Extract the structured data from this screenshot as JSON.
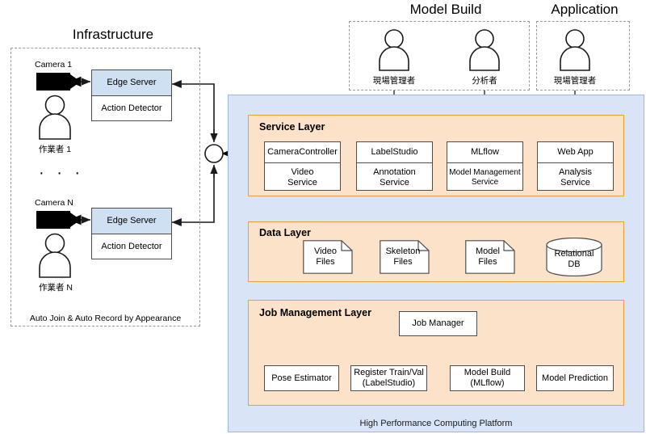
{
  "diagram": {
    "groups": {
      "infrastructure": {
        "title": "Infrastructure",
        "footer": "Auto Join & Auto Record by Appearance",
        "ellipsis": "· · ·",
        "nodes": [
          {
            "camera_label": "Camera 1",
            "worker_label": "作業者 1",
            "server_title": "Edge Server",
            "server_body": "Action Detector"
          },
          {
            "camera_label": "Camera N",
            "worker_label": "作業者 N",
            "server_title": "Edge Server",
            "server_body": "Action Detector"
          }
        ]
      },
      "model_build": {
        "title": "Model Build",
        "actors": [
          {
            "label": "現場管理者"
          },
          {
            "label": "分析者"
          }
        ]
      },
      "application": {
        "title": "Application",
        "actors": [
          {
            "label": "現場管理者"
          }
        ]
      }
    },
    "platform": {
      "label": "High Performance Computing Platform",
      "layers": {
        "service": {
          "title": "Service Layer",
          "items": [
            {
              "head": "CameraController",
              "body": "Video\nService"
            },
            {
              "head": "LabelStudio",
              "body": "Annotation\nService"
            },
            {
              "head": "MLflow",
              "body": "Model Management\nService"
            },
            {
              "head": "Web App",
              "body": "Analysis\nService"
            }
          ]
        },
        "data": {
          "title": "Data Layer",
          "items": [
            {
              "label": "Video\nFiles",
              "shape": "document"
            },
            {
              "label": "Skeleton\nFiles",
              "shape": "document"
            },
            {
              "label": "Model\nFiles",
              "shape": "document"
            },
            {
              "label": "Relational\nDB",
              "shape": "cylinder"
            }
          ]
        },
        "job": {
          "title": "Job Management Layer",
          "manager": "Job Manager",
          "items": [
            {
              "label": "Pose Estimator"
            },
            {
              "label": "Register Train/Val\n(LabelStudio)"
            },
            {
              "label": "Model Build\n(MLflow)"
            },
            {
              "label": "Model Prediction"
            }
          ]
        }
      }
    },
    "colors": {
      "platform_fill": "#d9e4f7",
      "platform_border": "#9fb8dd",
      "layer_fill": "#fbe2c8",
      "layer_border": "#e2a33c",
      "edge_server_fill": "#cfe0f3",
      "box_border": "#4d4d4d",
      "group_border": "#9a9a9a"
    }
  }
}
